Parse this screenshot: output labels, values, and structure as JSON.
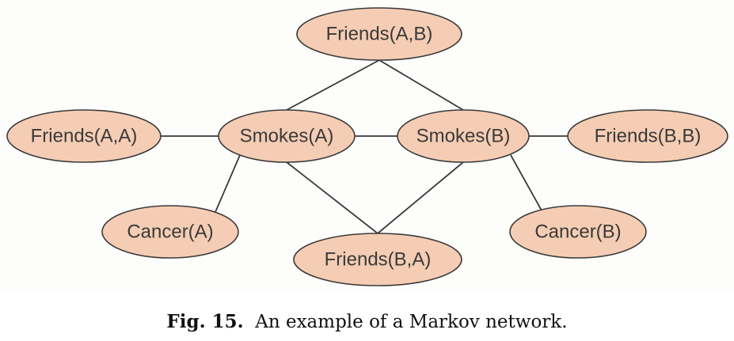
{
  "figure": {
    "node_fill": "#f5cdb4",
    "stroke_color": "#3a3a3a",
    "nodes": [
      {
        "id": "friends_ab",
        "label": "Friends(A,B)"
      },
      {
        "id": "friends_aa",
        "label": "Friends(A,A)"
      },
      {
        "id": "smokes_a",
        "label": "Smokes(A)"
      },
      {
        "id": "smokes_b",
        "label": "Smokes(B)"
      },
      {
        "id": "friends_bb",
        "label": "Friends(B,B)"
      },
      {
        "id": "cancer_a",
        "label": "Cancer(A)"
      },
      {
        "id": "friends_ba",
        "label": "Friends(B,A)"
      },
      {
        "id": "cancer_b",
        "label": "Cancer(B)"
      }
    ],
    "edges": [
      [
        "friends_ab",
        "smokes_a"
      ],
      [
        "friends_ab",
        "smokes_b"
      ],
      [
        "friends_aa",
        "smokes_a"
      ],
      [
        "smokes_a",
        "smokes_b"
      ],
      [
        "smokes_b",
        "friends_bb"
      ],
      [
        "smokes_a",
        "cancer_a"
      ],
      [
        "smokes_a",
        "friends_ba"
      ],
      [
        "smokes_b",
        "friends_ba"
      ],
      [
        "smokes_b",
        "cancer_b"
      ]
    ]
  },
  "caption": {
    "label": "Fig. 15.",
    "text": "An example of a Markov network."
  }
}
